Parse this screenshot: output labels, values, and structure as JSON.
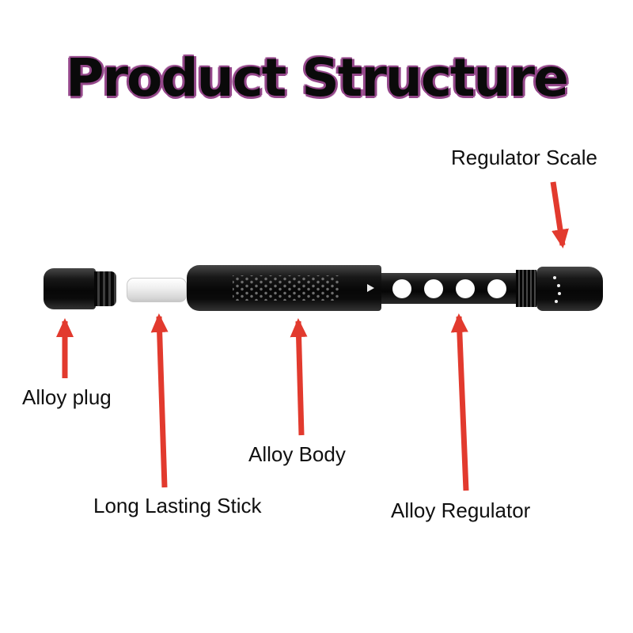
{
  "title": "Product Structure",
  "labels": {
    "regulator_scale": "Regulator Scale",
    "alloy_plug": "Alloy plug",
    "long_lasting_stick": "Long Lasting Stick",
    "alloy_body": "Alloy Body",
    "alloy_regulator": "Alloy Regulator"
  },
  "colors": {
    "arrow_red": "#e23a2e",
    "title_fill": "#0a0a0a",
    "title_outline": "#94478a",
    "device_dark": "#0b0b0b",
    "stick_white": "#f0f0f0",
    "background": "#ffffff"
  }
}
